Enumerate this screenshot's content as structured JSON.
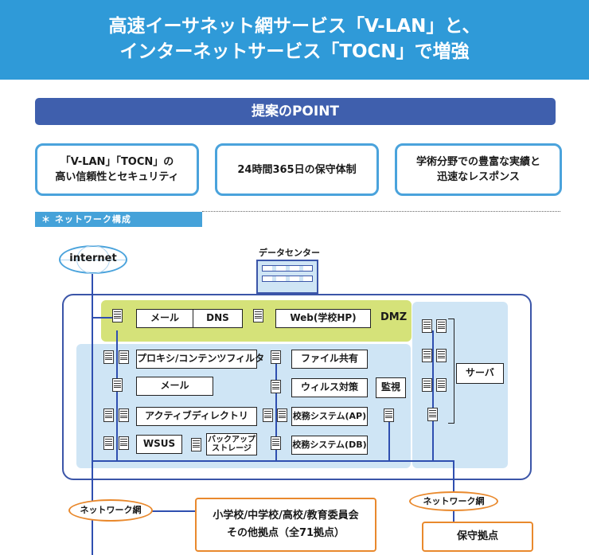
{
  "header": {
    "title_line1": "高速イーサネット網サービス「V-LAN」と、",
    "title_line2": "インターネットサービス「TOCN」で増強"
  },
  "point": {
    "title": "提案のPOINT",
    "boxes": [
      {
        "line1": "「V-LAN」「TOCN」の",
        "line2": "高い信頼性とセキュリティ"
      },
      {
        "line1": "24時間365日の保守体制",
        "line2": ""
      },
      {
        "line1": "学術分野での豊富な実績と",
        "line2": "迅速なレスポンス"
      }
    ]
  },
  "section": {
    "label": "＊ ネットワーク構成"
  },
  "diagram": {
    "internet": "internet",
    "datacenter": "データセンター",
    "dmz_label": "DMZ",
    "dmz_mail": "メール",
    "dmz_dns": "DNS",
    "dmz_web": "Web(学校HP)",
    "proxy": "プロキシ/コンテンツフィルタ",
    "mail": "メール",
    "ad": "アクティブディレクトリ",
    "wsus": "WSUS",
    "backup": "バックアップ\nストレージ",
    "fileshare": "ファイル共有",
    "antivirus": "ウィルス対策",
    "school_ap": "校務システム(AP)",
    "school_db": "校務システム(DB)",
    "monitor": "監視",
    "server": "サーバ",
    "network_left": "ネットワーク網",
    "network_right": "ネットワーク網",
    "sites_line1": "小学校/中学校/高校/教育委員会",
    "sites_line2": "その他拠点（全71拠点）",
    "maintenance": "保守拠点"
  },
  "colors": {
    "header_bg": "#2f9ad8",
    "point_bar": "#3f5fad",
    "box_border": "#4aa3dc",
    "frame": "#3b55a8",
    "dmz": "#d5e279",
    "inner": "#cfe5f5",
    "orange": "#e9892d"
  }
}
